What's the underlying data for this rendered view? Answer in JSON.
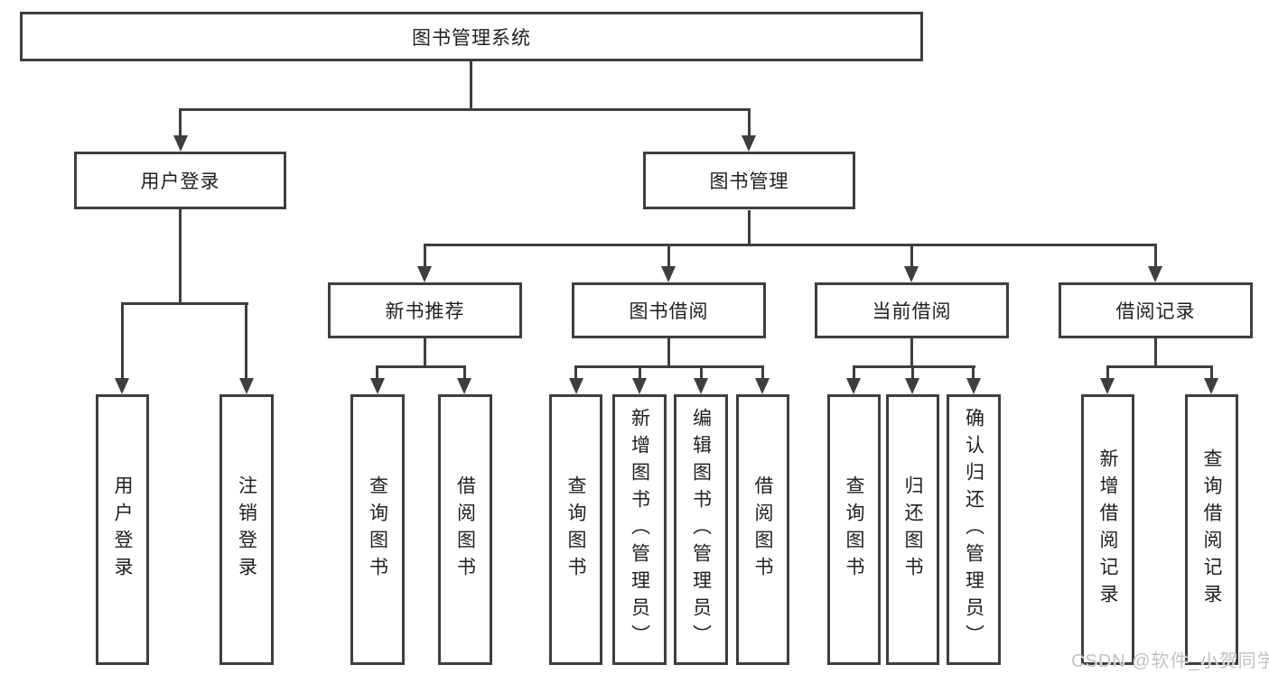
{
  "colors": {
    "line": "#3e3e3e",
    "text": "#1f1f1f",
    "watermark": "#c2c2c2",
    "background": "#ffffff"
  },
  "watermark": "CSDN @软件_小贺同学",
  "diagram": {
    "root": {
      "label": "图书管理系统"
    },
    "level2": {
      "user_login": {
        "label": "用户登录"
      },
      "book_management": {
        "label": "图书管理"
      }
    },
    "level3": {
      "new_book_rec": {
        "label": "新书推荐"
      },
      "book_borrow": {
        "label": "图书借阅"
      },
      "current_borrow": {
        "label": "当前借阅"
      },
      "borrow_records": {
        "label": "借阅记录"
      }
    },
    "leaves": {
      "user_login": [
        "用户登录",
        "注销登录"
      ],
      "new_book_rec": [
        "查询图书",
        "借阅图书"
      ],
      "book_borrow": [
        "查询图书",
        "新增图书（管理员）",
        "编辑图书（管理员）",
        "借阅图书"
      ],
      "current_borrow": [
        "查询图书",
        "归还图书",
        "确认归还（管理员）"
      ],
      "borrow_records": [
        "新增借阅记录",
        "查询借阅记录"
      ]
    }
  }
}
